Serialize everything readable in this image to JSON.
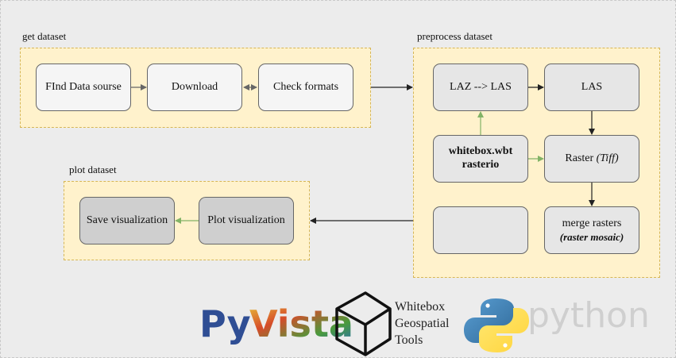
{
  "groups": {
    "get": {
      "label": "get dataset",
      "boxes": [
        "FInd Data sourse",
        "Download",
        "Check formats"
      ]
    },
    "preprocess": {
      "label": "preprocess dataset",
      "laz_las": "LAZ --> LAS",
      "las": "LAS",
      "whitebox_line1": "whitebox.wbt",
      "whitebox_line2": "rasterio",
      "raster": "Raster",
      "raster_fmt": "(Tiff)",
      "merge_line1": "merge rasters",
      "merge_line2": "(raster mosaic)",
      "empty": ""
    },
    "plot": {
      "label": "plot dataset",
      "save": "Save visualization",
      "plotviz": "Plot visualization"
    }
  },
  "logos": {
    "pyvista": "PyVista",
    "whitebox_lines": [
      "Whitebox",
      "Geospatial",
      "Tools"
    ],
    "python": "python"
  },
  "colors": {
    "group_fill": "#fff2cc",
    "group_border": "#d6b656",
    "arrow_dark": "#333333",
    "arrow_green": "#82b366"
  }
}
